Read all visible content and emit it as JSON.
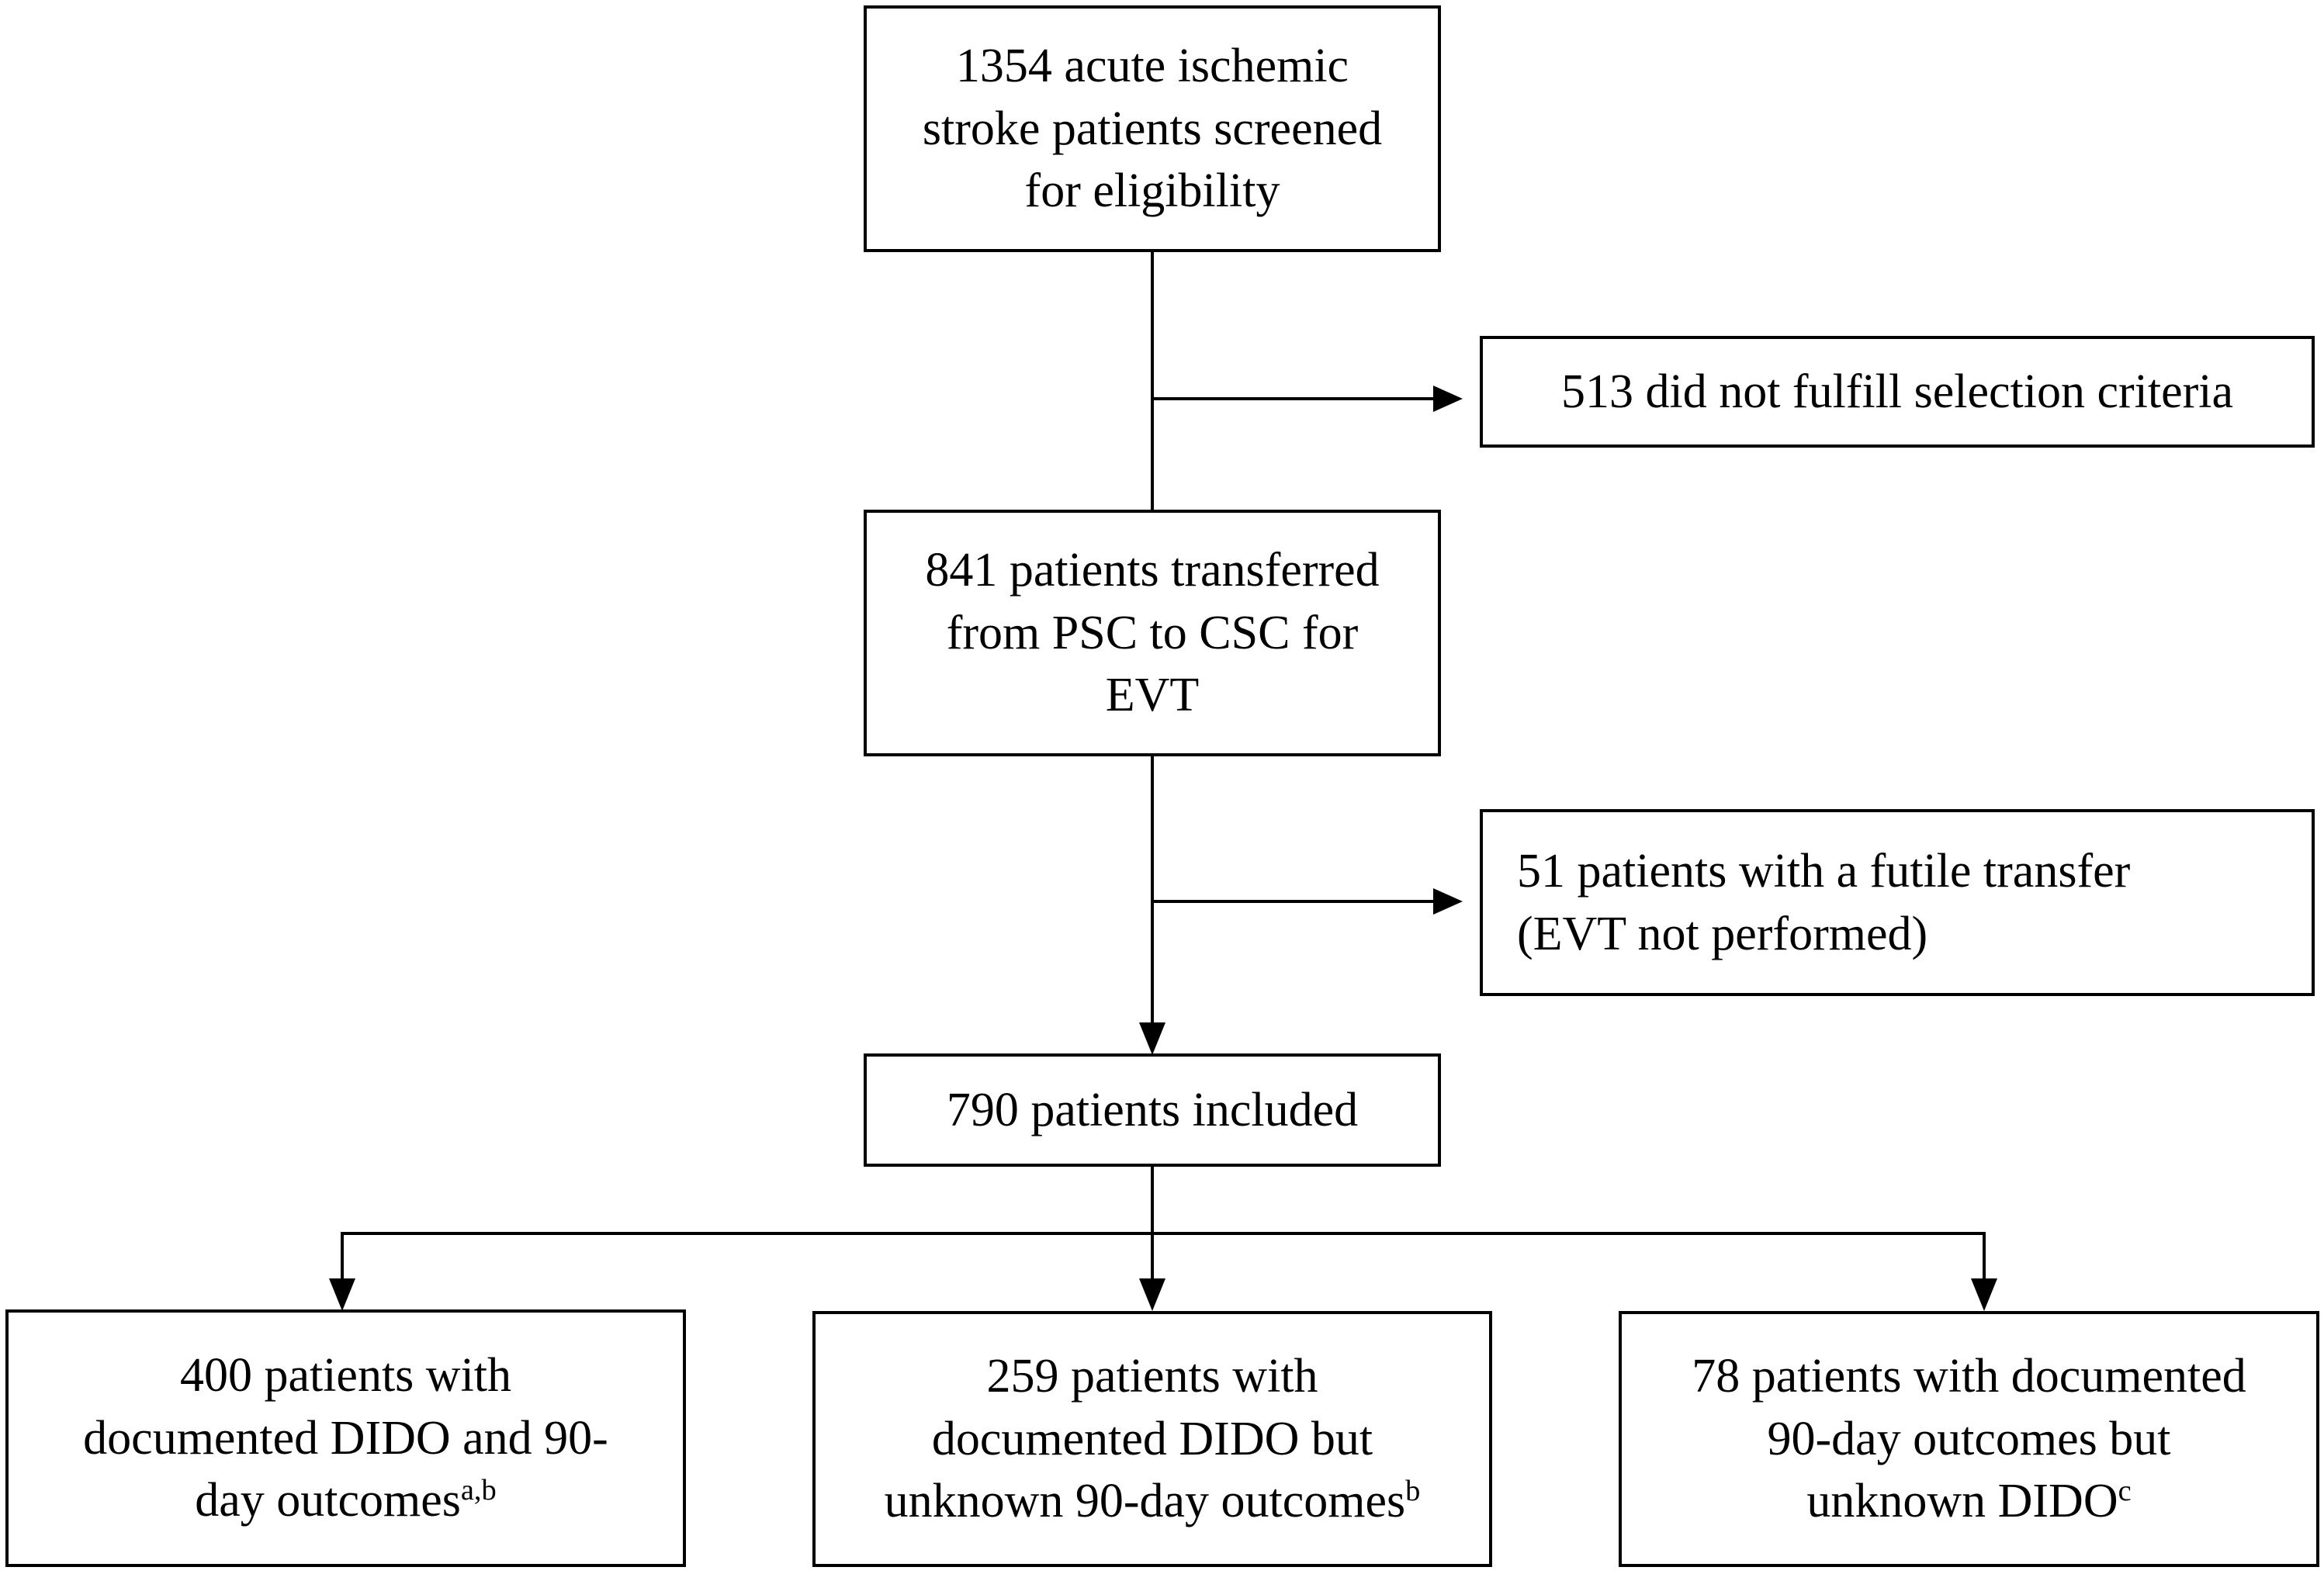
{
  "flowchart": {
    "screened": {
      "lines": [
        "1354 acute ischemic",
        "stroke patients screened",
        "for eligibility"
      ]
    },
    "excluded_criteria": {
      "lines": [
        "513 did not fulfill selection criteria"
      ]
    },
    "transferred": {
      "lines": [
        "841 patients transferred",
        "from PSC to CSC for",
        "EVT"
      ]
    },
    "futile_transfer": {
      "lines": [
        "51 patients with a futile transfer",
        "(EVT not performed)"
      ]
    },
    "included": {
      "lines": [
        "790 patients included"
      ]
    },
    "group_a": {
      "lines": [
        "400 patients with",
        "documented DIDO and 90-",
        "day outcomes"
      ],
      "sup": "a,b"
    },
    "group_b": {
      "lines": [
        "259 patients with",
        "documented DIDO but",
        "unknown 90-day outcomes"
      ],
      "sup": "b"
    },
    "group_c": {
      "lines": [
        "78 patients with documented",
        "90-day outcomes but",
        "unknown DIDO"
      ],
      "sup": "c"
    }
  }
}
